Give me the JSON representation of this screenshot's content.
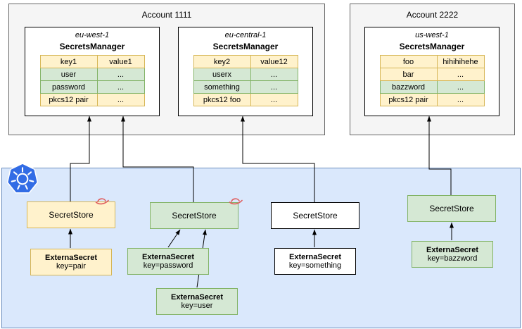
{
  "accounts": [
    {
      "title": "Account 1111",
      "regions": [
        {
          "name": "eu-west-1",
          "service": "SecretsManager",
          "table": [
            {
              "key": "key1",
              "value": "value1"
            },
            {
              "key": "user",
              "value": "..."
            },
            {
              "key": "password",
              "value": "..."
            },
            {
              "key": "pkcs12 pair",
              "value": "..."
            }
          ]
        },
        {
          "name": "eu-central-1",
          "service": "SecretsManager",
          "table": [
            {
              "key": "key2",
              "value": "value12"
            },
            {
              "key": "userx",
              "value": "..."
            },
            {
              "key": "something",
              "value": "..."
            },
            {
              "key": "pkcs12 foo",
              "value": "..."
            }
          ]
        }
      ]
    },
    {
      "title": "Account 2222",
      "regions": [
        {
          "name": "us-west-1",
          "service": "SecretsManager",
          "table": [
            {
              "key": "foo",
              "value": "hihihihehe"
            },
            {
              "key": "bar",
              "value": "..."
            },
            {
              "key": "bazzword",
              "value": "..."
            },
            {
              "key": "pkcs12 pair",
              "value": "..."
            }
          ]
        }
      ]
    }
  ],
  "cluster": {
    "secret_stores": [
      {
        "label": "SecretStore",
        "color": "yellow",
        "redhat_icon": true
      },
      {
        "label": "SecretStore",
        "color": "green",
        "redhat_icon": true
      },
      {
        "label": "SecretStore",
        "color": "white",
        "redhat_icon": false
      },
      {
        "label": "SecretStore",
        "color": "green",
        "redhat_icon": false
      }
    ],
    "external_secrets": [
      {
        "title": "ExternaSecret",
        "subtitle": "key=pair",
        "color": "yellow"
      },
      {
        "title": "ExternaSecret",
        "subtitle": "key=password",
        "color": "green"
      },
      {
        "title": "ExternaSecret",
        "subtitle": "key=user",
        "color": "green"
      },
      {
        "title": "ExternaSecret",
        "subtitle": "key=something",
        "color": "white"
      },
      {
        "title": "ExternaSecret",
        "subtitle": "key=bazzword",
        "color": "green"
      }
    ]
  },
  "icons": {
    "kubernetes": "kubernetes-helm-wheel-heptagon",
    "redhat": "red-hat-arcs"
  },
  "colors": {
    "yellow_fill": "#fff2cc",
    "yellow_border": "#d6b656",
    "green_fill": "#d5e8d4",
    "green_border": "#82b366",
    "white_fill": "#ffffff",
    "account_fill": "#f5f5f5",
    "account_border": "#666666",
    "cluster_fill": "#dae8fc",
    "cluster_border": "#6c8ebf",
    "kubernetes_blue": "#326ce5",
    "redhat_red": "#e05c5c",
    "arrow": "#000000"
  }
}
